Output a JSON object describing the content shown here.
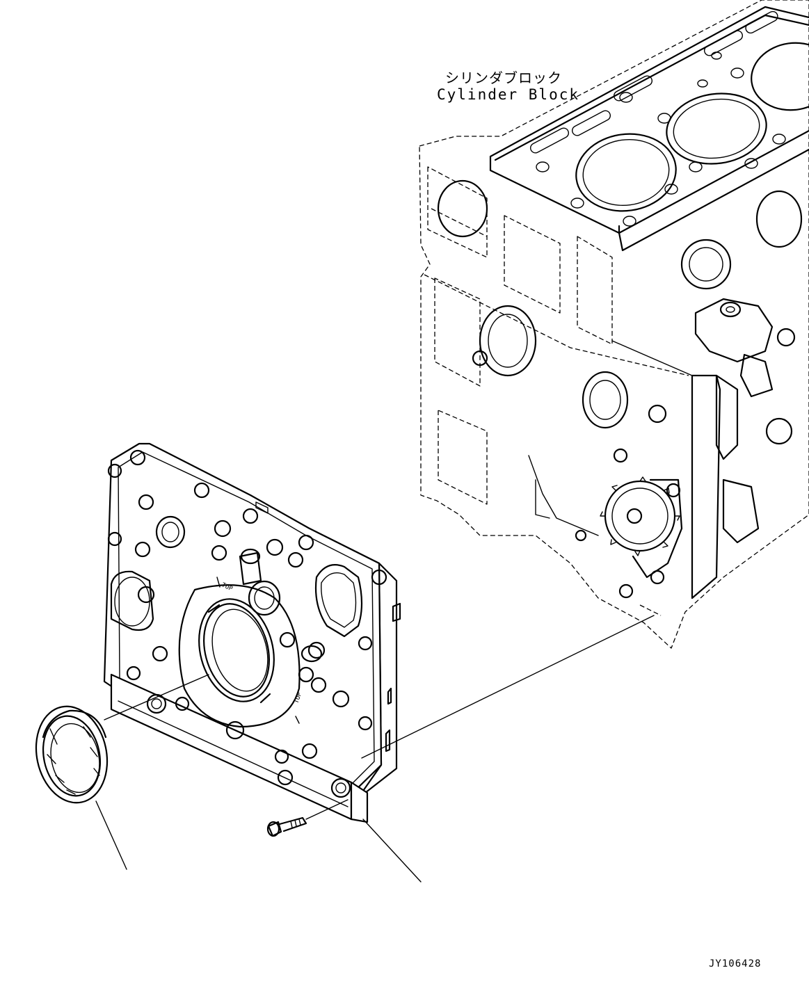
{
  "labels": {
    "part_name_jp": "シリンダブロック",
    "part_name_en": "Cylinder Block"
  },
  "drawing_id": "JY106428",
  "plate_markings": {
    "top_mark": "TOP",
    "side_mark": "TOP"
  }
}
